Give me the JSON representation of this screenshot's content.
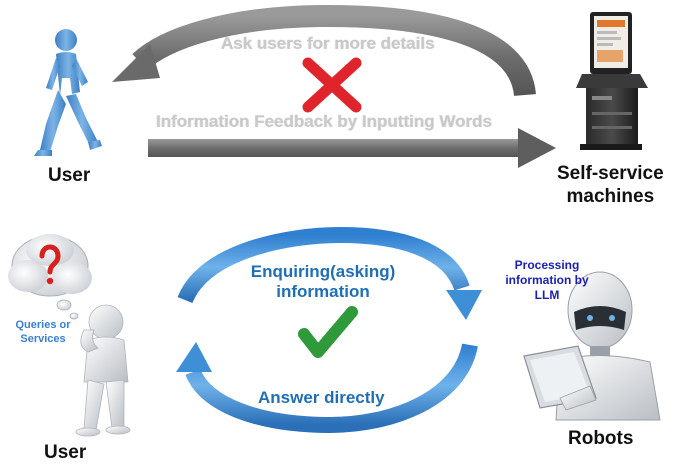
{
  "top": {
    "feedback_arrow_label": "Ask users for more details",
    "input_arrow_label": "Information Feedback by Inputting Words",
    "user_label": "User",
    "machine_label_line1": "Self-service",
    "machine_label_line2": "machines",
    "status_icon": "red-cross-icon"
  },
  "bottom": {
    "ask_arrow_label_line1": "Enquiring(asking)",
    "ask_arrow_label_line2": "information",
    "answer_arrow_label": "Answer directly",
    "processing_line1": "Processing",
    "processing_line2": "information by",
    "processing_line3": "LLM",
    "bubble_line1": "Queries or",
    "bubble_line2": "Services",
    "user_label": "User",
    "robot_label": "Robots",
    "status_icon": "green-check-icon"
  },
  "colors": {
    "grey_arrow": "#7a7a7a",
    "blue_arrow": "#3f8fd6",
    "cross": "#e0242b",
    "check": "#2e9a3a",
    "user_figure": "#5b9bd5"
  }
}
